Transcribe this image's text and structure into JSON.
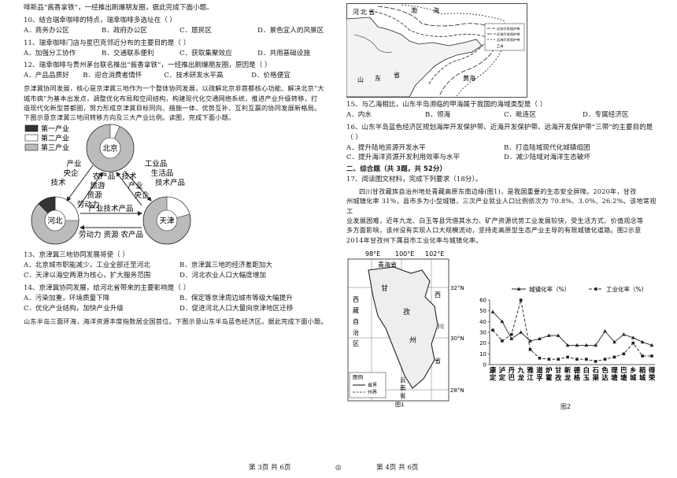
{
  "left": {
    "intro_tail": "啡新品“酱香拿铁”，一经推出刷爆朋友圈，据此完成下面小题。",
    "q10": {
      "stem": "10、结合瑞幸咖啡的特点，瑞幸咖啡多选址在（    ）",
      "opts": [
        "A．商务办公区",
        "B．政府办公区",
        "C．居民区",
        "D．景色宜人的风景区"
      ]
    },
    "q11": {
      "stem": "11、瑞幸咖啡门店与星巴克邻近分布的主要目的是（    ）",
      "opts": [
        "A．加强分工协作",
        "B．交通联系便利",
        "C．获取集聚效应",
        "D．共用基础设施"
      ]
    },
    "q12": {
      "stem": "12、瑞幸咖啡与贵州茅台联名推出“酱香拿铁”，一经推出刷爆朋友圈，原因是（    ）",
      "opts": [
        "A．产品品质好",
        "B．迎合消费者情怀",
        "C．技术研发水平高",
        "D．价格便宜"
      ]
    },
    "material": [
      "京津冀协同发展，核心是京津冀三地作为一个整体协同发展，以疏解北京非首都核心功能、解决北京“大",
      "城市病”为基本出发点，调整优化布局和空间结构，构建现代化交通网络系统，推进产业升级转移，打",
      "造现代化新型首都圈，努力形成京津冀目标同向、措施一体、优势互补、互利互赢的协同发展新格局。",
      "下图示意京津冀三地间转移方向及三大产业比例。读图，完成下面小题。"
    ],
    "diagram": {
      "legend": [
        "第一产业",
        "第二产业",
        "第三产业"
      ],
      "nodes": {
        "beijing": "北京",
        "hebei": "河北",
        "tianjin": "天津"
      },
      "bj_hb": [
        "产业",
        "央企",
        "技术"
      ],
      "hb_bj": [
        "农产品",
        "旅游",
        "资源",
        "劳动力"
      ],
      "bj_tj": [
        "工业品",
        "生活品",
        "技术产品"
      ],
      "tj_bj": [
        "技术",
        "产业",
        "央企"
      ],
      "hb_tj_arrow": "产业技术产品",
      "tj_hb_arrow": "劳动力 资源 农产品"
    },
    "q13": {
      "stem": "13、京津冀三地协同发展将使（    ）",
      "opts": [
        "A．北京城市职能减少，工业全部迁至河北",
        "B．京津冀三地的经济差距加大",
        "C．天津以海空两港为核心，扩大服务范围",
        "D．河北农业人口大幅度增加"
      ]
    },
    "q14": {
      "stem": "14、京津冀协同发展，给河北省带来的主要影响是（    ）",
      "opts": [
        "A．污染加重，环境质量下降",
        "B．保定等京津周边城市等级大幅提升",
        "C．优化产业结构，加快产业升级",
        "D．促进河北人口大量向京津地区迁移"
      ]
    },
    "material2": "山东半岛三面环海，海洋资源丰度指数居全国首位。下图示意山东半岛蓝色经济区。据此完成下面小题。",
    "footer": "第 3页  共 6页"
  },
  "right": {
    "map1": {
      "labels": [
        "河",
        "北",
        "省",
        "渤",
        "海",
        "山",
        "东",
        "省",
        "黄海"
      ],
      "legend": [
        "近岸开发保护带",
        "近海开发保护带",
        "远海开发保护带",
        "乙海"
      ]
    },
    "q15": {
      "stem": "15、与乙海相比，山东半岛濒临的甲海属于我国的海域类型是（    ）",
      "opts": [
        "A．内水",
        "B．领海",
        "C．毗连区",
        "D．专属经济区"
      ]
    },
    "q16": {
      "stem": "16、山东半岛蓝色经济区规划海岸开发保护带、近海开发保护带、远海开发保护带“三带”的主要目的是",
      "stem2": "（    ）",
      "opts": [
        "A．提升陆地资源开发水平",
        "B．打造陆域现代化城镇组团",
        "C．提升海洋资源开发利用效率与水平",
        "D．减少陆域对海洋生态破坏"
      ]
    },
    "section2": "二、综合题（共 3题，共 52分）",
    "q17": {
      "stem": "17、阅读图文材料，完成下列要求（18分）。"
    },
    "material": [
      "四川甘孜藏族自治州地处青藏高原东南边缘(图1)，是我国重要的生态安全屏障。2020年，甘孜",
      "州城镇化率 31%，县市多为小型城镇，三次产业就业人口比例依次为 70.8%、3.0%、26.2%。该地常视工",
      "业发展困难，近年九龙、白玉等县凭借其水力、矿产资源优势工业发展较快，受生活方式、价值观念等",
      "多方面影响，该州没有实现人口大规模流动，坚持走高原型生态产业主导的有限城镇化道路。图2示意",
      "2014年甘孜州下属县市工业化率与城镇化率。"
    ],
    "map2": {
      "lon": [
        "98°E",
        "100°E",
        "102°E"
      ],
      "lat": [
        "32°N",
        "30°N",
        "28°N"
      ],
      "labels": [
        "青海省",
        "甘",
        "孜",
        "州",
        "西",
        "藏",
        "自",
        "治",
        "区",
        "西",
        "川",
        "省",
        "云",
        "南",
        "省"
      ],
      "legend_title": "图例",
      "legend": [
        "省界",
        "州界"
      ],
      "caption": "图1"
    },
    "chart_caption": "图2",
    "footer": "第 4页  共 6页"
  },
  "chart_data": {
    "type": "line",
    "categories": [
      "康定",
      "泸定",
      "丹巴",
      "九龙",
      "雅江",
      "道孚",
      "炉霍",
      "甘孜",
      "新龙",
      "德格",
      "白玉",
      "石渠",
      "色达",
      "理塘",
      "巴塘",
      "乡城",
      "稻城",
      "得荣"
    ],
    "series": [
      {
        "name": "城镇化率（%）",
        "values": [
          49,
          40,
          24,
          30,
          22,
          24,
          27,
          27,
          18,
          18,
          18,
          18,
          31,
          21,
          28,
          25,
          21,
          18
        ]
      },
      {
        "name": "工业化率（%）",
        "values": [
          32,
          22,
          28,
          60,
          14,
          6,
          5,
          5,
          7,
          5,
          5,
          3,
          5,
          7,
          10,
          20,
          8,
          8
        ]
      }
    ],
    "ylim": [
      0,
      60
    ],
    "yticks": [
      0,
      10,
      20,
      30,
      40,
      50,
      60
    ],
    "grid": false,
    "legend": "top"
  },
  "center_mark": "◎"
}
